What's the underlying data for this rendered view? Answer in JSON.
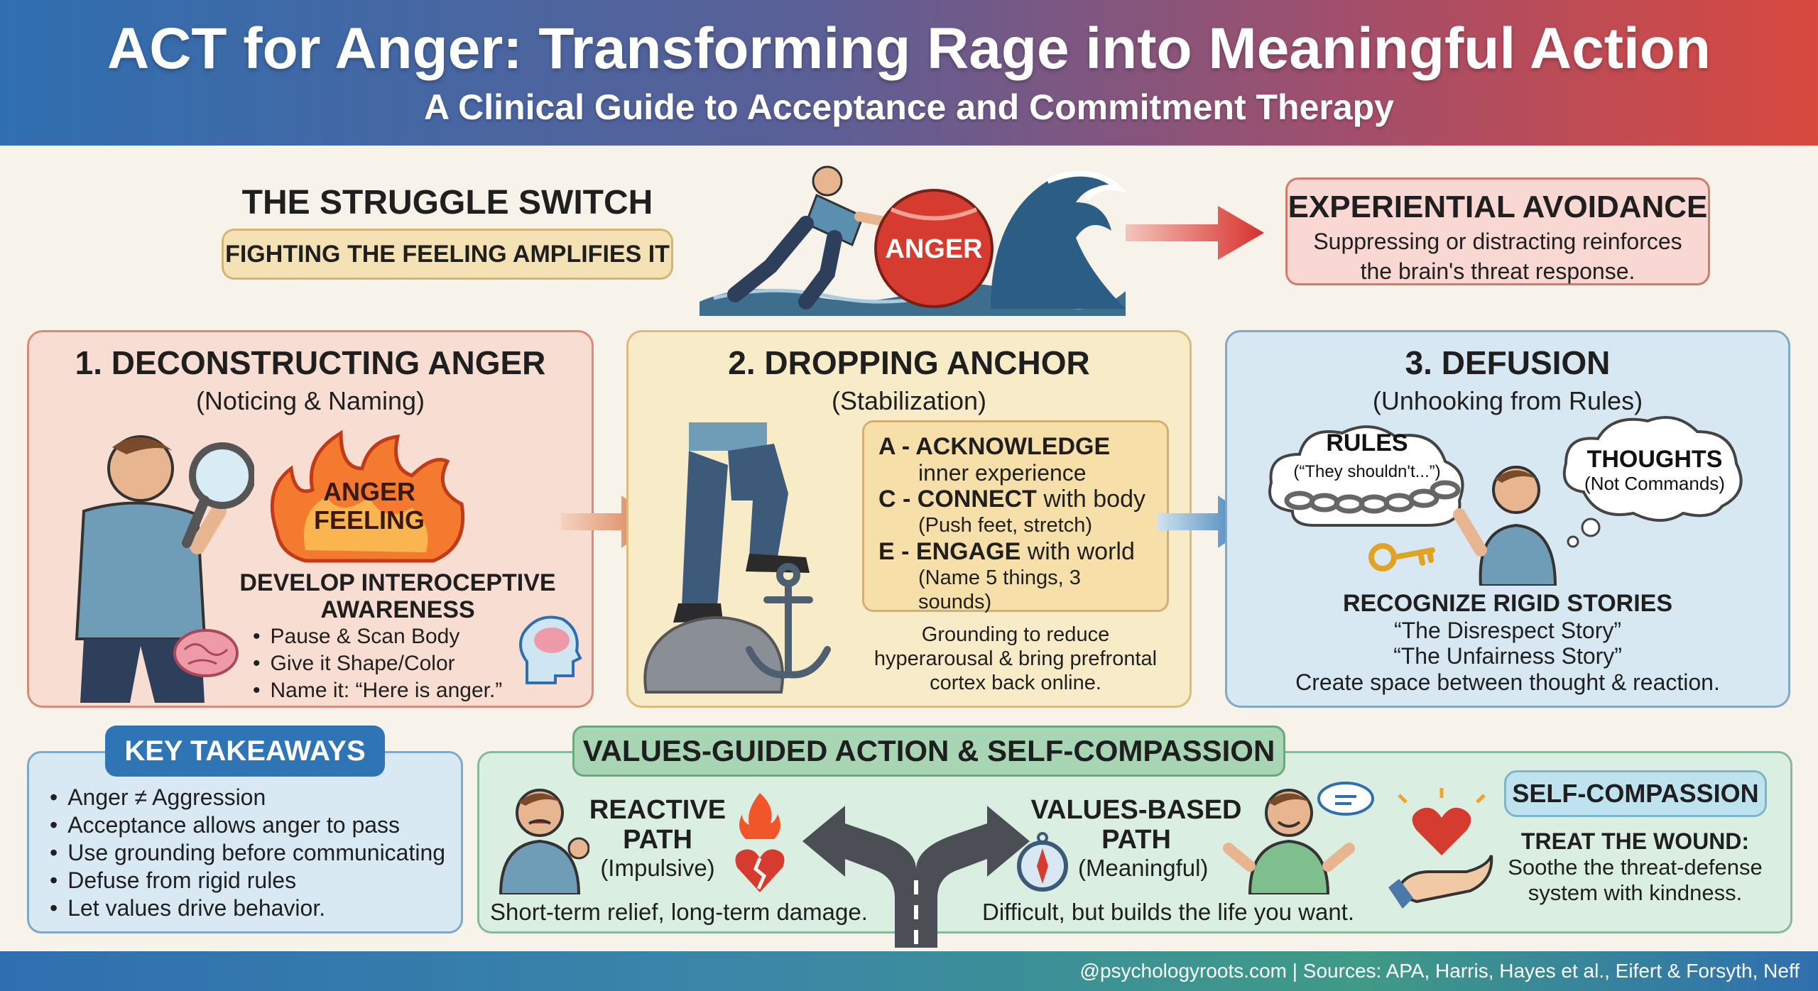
{
  "header": {
    "title": "ACT for Anger: Transforming Rage into Meaningful Action",
    "subtitle": "A Clinical Guide to Acceptance and Commitment Therapy"
  },
  "struggle": {
    "title": "THE STRUGGLE SWITCH",
    "pill": "FIGHTING THE FEELING AMPLIFIES IT",
    "ball_label": "ANGER"
  },
  "avoidance": {
    "title": "EXPERIENTIAL AVOIDANCE",
    "line1": "Suppressing or distracting reinforces",
    "line2": "the brain's threat response."
  },
  "panel1": {
    "title": "1. DECONSTRUCTING ANGER",
    "subtitle": "(Noticing & Naming)",
    "flame_line1": "ANGER",
    "flame_line2": "FEELING",
    "heading1": "DEVELOP INTEROCEPTIVE",
    "heading2": "AWARENESS",
    "items": [
      "Pause & Scan Body",
      "Give it Shape/Color",
      "Name it: “Here is anger.”"
    ]
  },
  "panel2": {
    "title": "2. DROPPING ANCHOR",
    "subtitle": "(Stabilization)",
    "a_key": "A - ACKNOWLEDGE",
    "a_sub": "inner experience",
    "c_key": "C - CONNECT",
    "c_rest": " with body",
    "c_sub": "(Push feet, stretch)",
    "e_key": "E - ENGAGE",
    "e_rest": " with world",
    "e_sub": "(Name 5 things, 3 sounds)",
    "note1": "Grounding to reduce",
    "note2": "hyperarousal & bring prefrontal",
    "note3": "cortex back online."
  },
  "panel3": {
    "title": "3. DEFUSION",
    "subtitle": "(Unhooking from Rules)",
    "rules_title": "RULES",
    "rules_sub": "(“They shouldn't...”)",
    "thoughts_title": "THOUGHTS",
    "thoughts_sub": "(Not Commands)",
    "heading": "RECOGNIZE RIGID STORIES",
    "story1": "“The Disrespect Story”",
    "story2": "“The Unfairness Story”",
    "closing": "Create space between thought & reaction."
  },
  "takeaways": {
    "title": "KEY TAKEAWAYS",
    "items": [
      "Anger ≠ Aggression",
      "Acceptance allows anger to pass",
      "Use grounding before communicating",
      "Defuse from rigid rules",
      "Let values drive behavior."
    ]
  },
  "values": {
    "title": "VALUES-GUIDED ACTION & SELF-COMPASSION",
    "reactive_line1": "REACTIVE",
    "reactive_line2": "PATH",
    "reactive_sub": "(Impulsive)",
    "reactive_note": "Short-term relief, long-term damage.",
    "valued_line1": "VALUES-BASED",
    "valued_line2": "PATH",
    "valued_sub": "(Meaningful)",
    "valued_note": "Difficult, but builds the life you want.",
    "sc_title": "SELF-COMPASSION",
    "sc_heading": "TREAT THE WOUND:",
    "sc_line1": "Soothe the threat-defense",
    "sc_line2": "system with kindness."
  },
  "footer": {
    "text": "@psychologyroots.com | Sources: APA, Harris, Hayes et al., Eifert & Forsyth, Neff"
  },
  "colors": {
    "header_left": "#2f6fb0",
    "header_right": "#d8493e",
    "anger_red": "#d63b2f",
    "panel1_bg": "#f8ddd3",
    "panel2_bg": "#f8ebc8",
    "panel3_bg": "#d7e8f2"
  }
}
